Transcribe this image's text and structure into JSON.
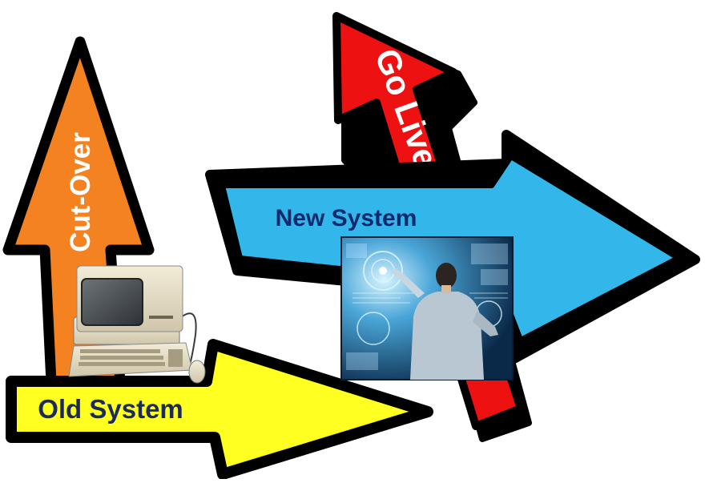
{
  "labels": {
    "cut_over": "Cut-Over",
    "go_live": "Go Live",
    "new_system": "New System",
    "old_system": "Old System"
  },
  "colors": {
    "orange_arrow": "#f58220",
    "red_arrow": "#ee1111",
    "blue_arrow": "#33b6ea",
    "yellow_arrow": "#ffff22",
    "outline": "#000000",
    "white_text": "#ffffff",
    "new_system_text": "#0d2a6e",
    "old_system_text": "#1a2a5a"
  },
  "icons": {
    "old_computer": "retro-desktop-computer-icon",
    "new_tech": "futuristic-touchscreen-user-photo"
  }
}
